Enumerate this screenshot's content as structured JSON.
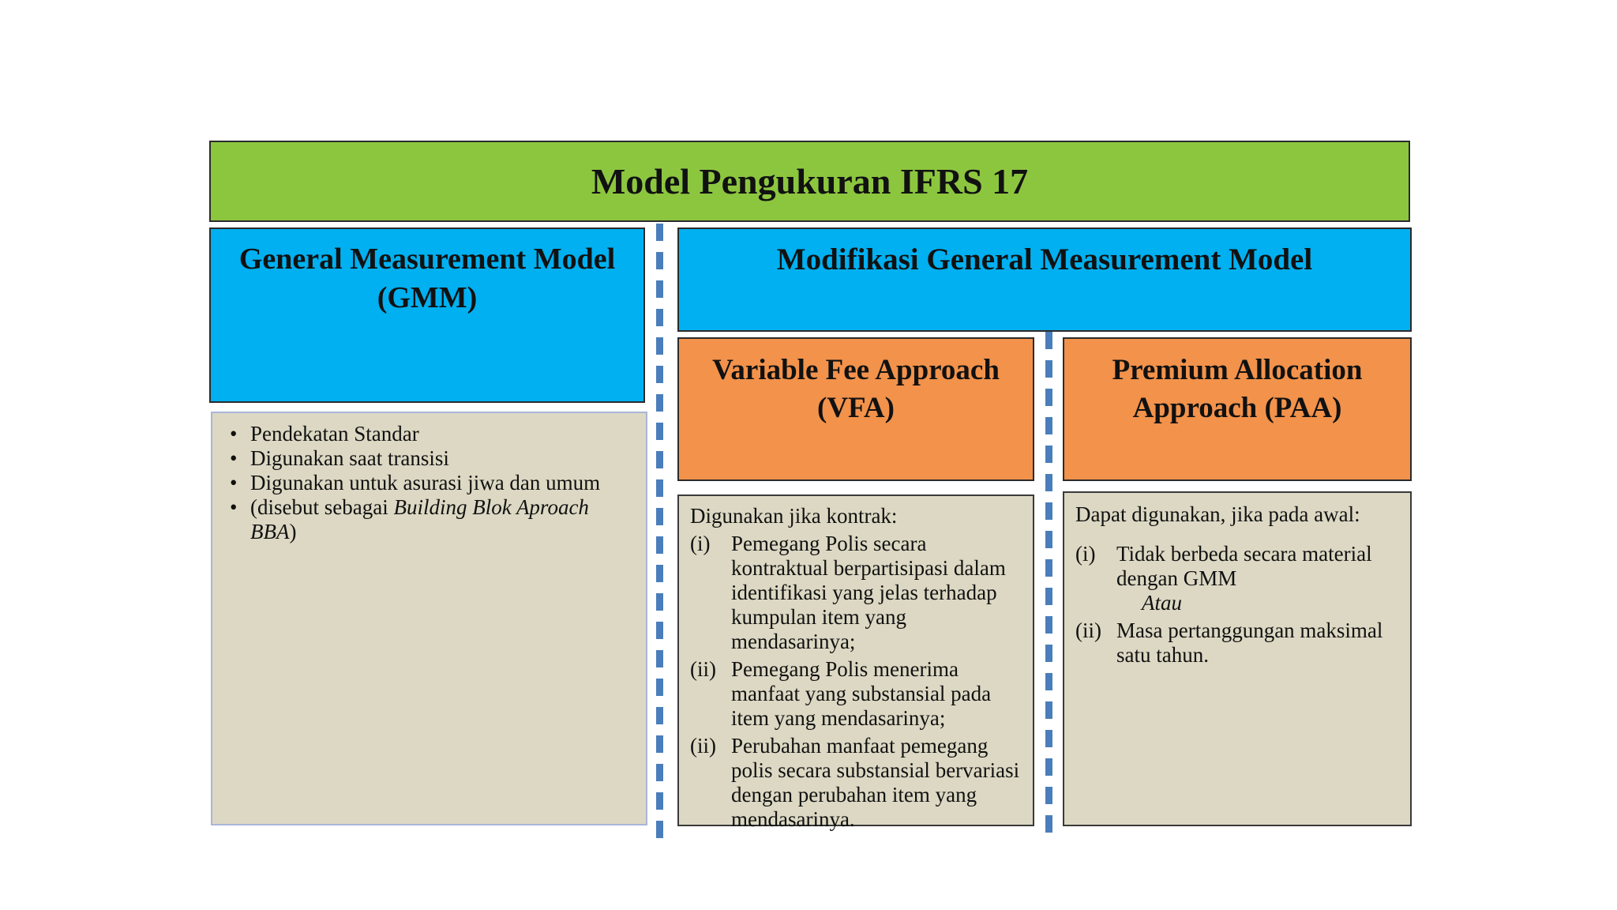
{
  "title": "Model Pengukuran IFRS 17",
  "gmm": {
    "heading": "General Measurement Model (GMM)",
    "bullet_glyph": "•",
    "bullets": [
      "Pendekatan Standar",
      "Digunakan saat transisi",
      "Digunakan untuk asurasi jiwa dan umum"
    ],
    "bullet_italic": {
      "prefix": "(disebut sebagai ",
      "italic": "Building Blok Aproach BBA",
      "suffix": ")"
    }
  },
  "modification": {
    "heading": "Modifikasi General Measurement Model"
  },
  "vfa": {
    "heading": "Variable Fee Approach (VFA)",
    "intro": "Digunakan jika kontrak:",
    "items": [
      {
        "marker": "(i)",
        "text": "Pemegang Polis secara kontraktual berpartisipasi dalam identifikasi yang jelas terhadap kumpulan item yang mendasarinya;"
      },
      {
        "marker": "(ii)",
        "text": "Pemegang Polis menerima manfaat yang substansial pada item yang mendasarinya;"
      },
      {
        "marker": "(ii)",
        "text": "Perubahan manfaat pemegang polis secara substansial bervariasi dengan perubahan item yang mendasarinya."
      }
    ]
  },
  "paa": {
    "heading": "Premium Allocation Approach (PAA)",
    "intro": "Dapat digunakan, jika pada awal:",
    "items": [
      {
        "marker": "(i)",
        "text": "Tidak berbeda secara material dengan GMM",
        "note": "Atau"
      },
      {
        "marker": "(ii)",
        "text": "Masa pertanggungan maksimal satu tahun."
      }
    ]
  },
  "colors": {
    "banner_green": "#8CC63F",
    "header_blue": "#00B0F0",
    "subheader_orange": "#F2924B",
    "panel_beige": "#DCD8C3",
    "dash_blue": "#4A7EBB"
  }
}
